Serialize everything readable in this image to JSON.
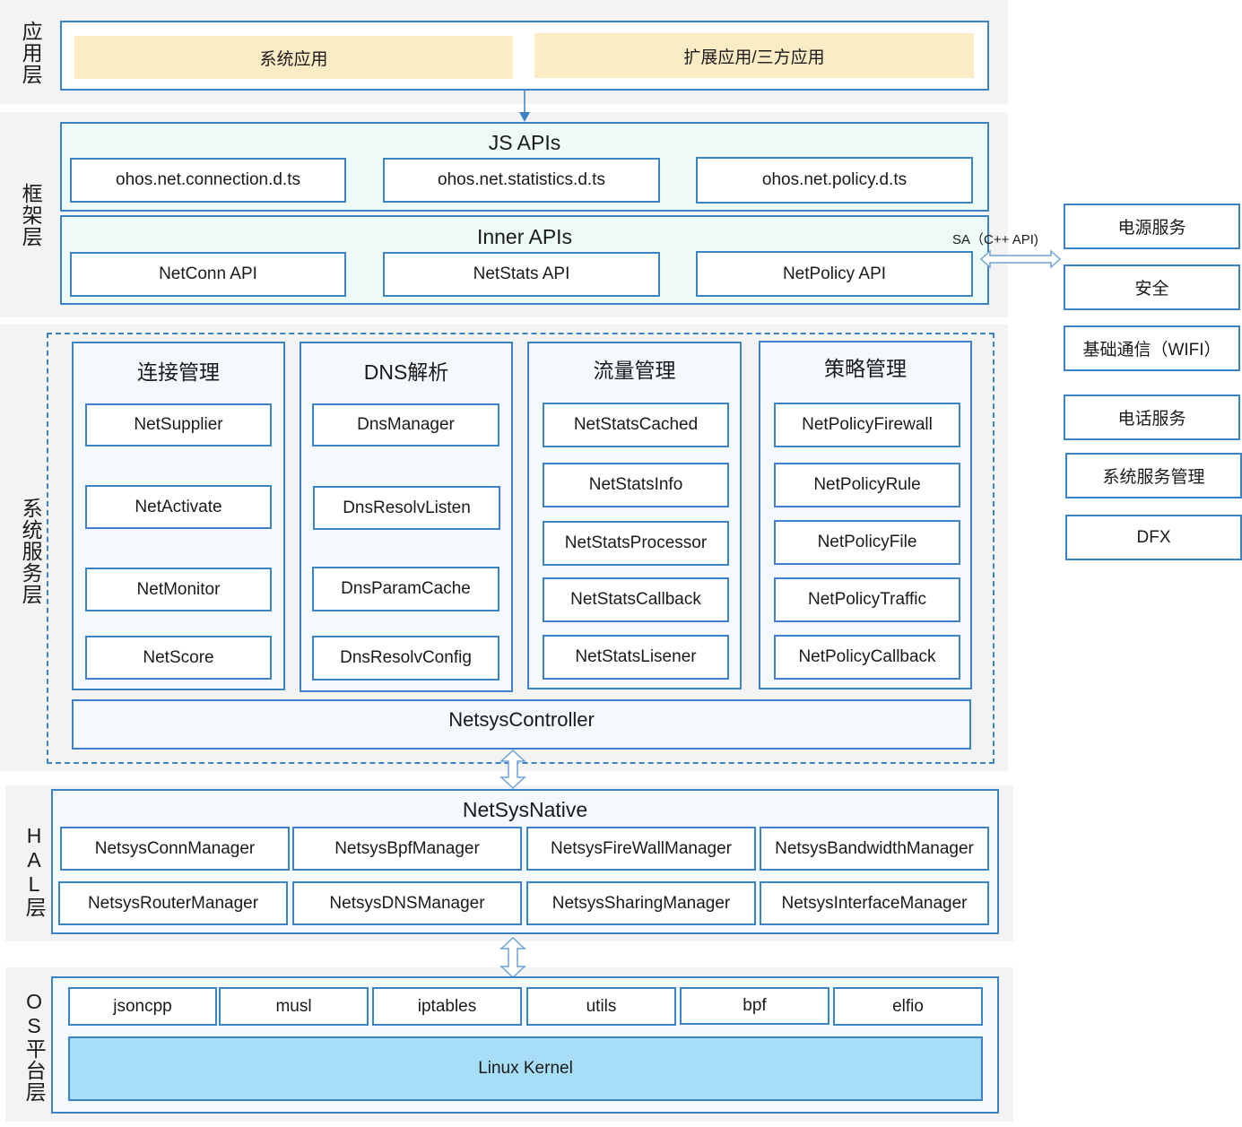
{
  "layers": {
    "app": "应用层",
    "framework": "框架层",
    "service": "系统服务层",
    "hal": "HAL层",
    "os": "OS平台层"
  },
  "app": {
    "system_app": "系统应用",
    "ext_app": "扩展应用/三方应用"
  },
  "framework": {
    "js_title": "JS APIs",
    "js_items": [
      "ohos.net.connection.d.ts",
      "ohos.net.statistics.d.ts",
      "ohos.net.policy.d.ts"
    ],
    "inner_title": "Inner APIs",
    "inner_items": [
      "NetConn API",
      "NetStats API",
      "NetPolicy API"
    ],
    "sa_label": "SA（C++ API)"
  },
  "external_services": [
    "电源服务",
    "安全",
    "基础通信（WIFI）",
    "电话服务",
    "系统服务管理",
    "DFX"
  ],
  "services": {
    "columns": [
      {
        "title": "连接管理",
        "items": [
          "NetSupplier",
          "NetActivate",
          "NetMonitor",
          "NetScore"
        ]
      },
      {
        "title": "DNS解析",
        "items": [
          "DnsManager",
          "DnsResolvListen",
          "DnsParamCache",
          "DnsResolvConfig"
        ]
      },
      {
        "title": "流量管理",
        "items": [
          "NetStatsCached",
          "NetStatsInfo",
          "NetStatsProcessor",
          "NetStatsCallback",
          "NetStatsLisener"
        ]
      },
      {
        "title": "策略管理",
        "items": [
          "NetPolicyFirewall",
          "NetPolicyRule",
          "NetPolicyFile",
          "NetPolicyTraffic",
          "NetPolicyCallback"
        ]
      }
    ],
    "controller": "NetsysController"
  },
  "hal": {
    "title": "NetSysNative",
    "row1": [
      "NetsysConnManager",
      "NetsysBpfManager",
      "NetsysFireWallManager",
      "NetsysBandwidthManager"
    ],
    "row2": [
      "NetsysRouterManager",
      "NetsysDNSManager",
      "NetsysSharingManager",
      "NetsysInterfaceManager"
    ]
  },
  "os": {
    "libs": [
      "jsoncpp",
      "musl",
      "iptables",
      "utils",
      "bpf",
      "elfio"
    ],
    "kernel": "Linux Kernel"
  }
}
